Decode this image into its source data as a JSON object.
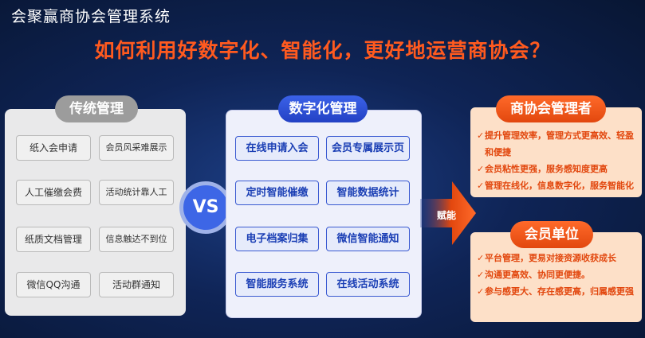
{
  "brand": "会聚赢商协会管理系统",
  "headline": "如何利用好数字化、智能化，更好地运营商协会？",
  "traditional": {
    "title": "传统管理",
    "items": [
      "纸入会申请",
      "会员风采难展示",
      "人工催缴会费",
      "活动统计靠人工",
      "纸质文档管理",
      "信息触达不到位",
      "微信QQ沟通",
      "活动群通知"
    ]
  },
  "vs_label": "VS",
  "digital": {
    "title": "数字化管理",
    "items": [
      "在线申请入会",
      "会员专属展示页",
      "定时智能催缴",
      "智能数据统计",
      "电子档案归集",
      "微信智能通知",
      "智能服务系统",
      "在线活动系统"
    ]
  },
  "arrow_label": "赋能",
  "org_manager": {
    "title": "商协会管理者",
    "items": [
      "提升管理效率，管理方式更高效、轻盈和便捷",
      "会员粘性更强，服务感知度更高",
      "管理在线化，信息数字化，服务智能化"
    ]
  },
  "member_unit": {
    "title": "会员单位",
    "items": [
      "平台管理，更易对接资源收获成长",
      "沟通更高效、协同更便捷。",
      "参与感更大、存在感更高，归属感更强"
    ]
  },
  "colors": {
    "accent": "#ff5a1f",
    "blue": "#2341c4",
    "gray": "#9c9c9c",
    "background": "#0f2456"
  }
}
